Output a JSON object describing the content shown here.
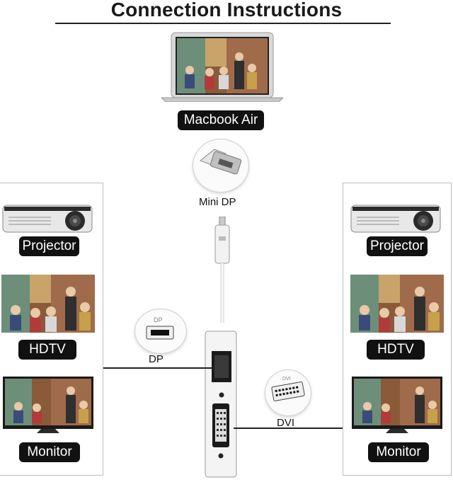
{
  "title": "Connection Instructions",
  "source": {
    "label": "Macbook Air"
  },
  "input_port": {
    "label": "Mini DP"
  },
  "ports": {
    "dp_label": "DP",
    "dvi_label": "DVI",
    "dp_icon_text": "DP",
    "dvi_icon_text": "DVI"
  },
  "left_devices": {
    "projector": "Projector",
    "hdtv": "HDTV",
    "monitor": "Monitor"
  },
  "right_devices": {
    "projector": "Projector",
    "hdtv": "HDTV",
    "monitor": "Monitor"
  },
  "colors": {
    "pill_bg": "#111111",
    "adapter_white": "#f4f4f4",
    "line": "#222222"
  }
}
